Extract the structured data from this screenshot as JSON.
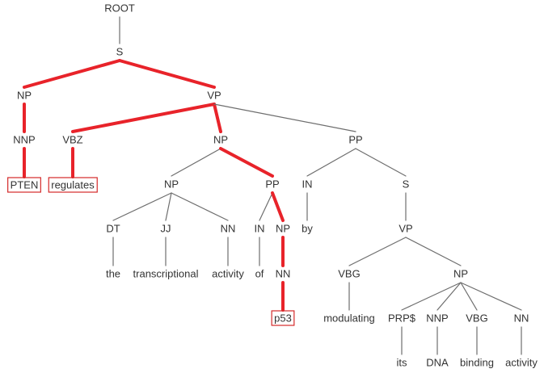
{
  "highlight_color": "#e8232a",
  "edge_color": "#6e6e6e",
  "text_color": "#333333",
  "tree": {
    "nodes": [
      {
        "id": "root",
        "label": "ROOT"
      },
      {
        "id": "s",
        "label": "S"
      },
      {
        "id": "np_subj",
        "label": "NP"
      },
      {
        "id": "vp_main",
        "label": "VP"
      },
      {
        "id": "nnp_pten",
        "label": "NNP"
      },
      {
        "id": "w_pten",
        "label": "PTEN",
        "boxed": true
      },
      {
        "id": "vbz",
        "label": "VBZ"
      },
      {
        "id": "w_regulates",
        "label": "regulates",
        "boxed": true
      },
      {
        "id": "np_obj",
        "label": "NP"
      },
      {
        "id": "pp_by",
        "label": "PP"
      },
      {
        "id": "np_inner",
        "label": "NP"
      },
      {
        "id": "pp_of",
        "label": "PP"
      },
      {
        "id": "dt",
        "label": "DT"
      },
      {
        "id": "w_the",
        "label": "the"
      },
      {
        "id": "jj",
        "label": "JJ"
      },
      {
        "id": "w_transcriptional",
        "label": "transcriptional"
      },
      {
        "id": "nn_activity1",
        "label": "NN"
      },
      {
        "id": "w_activity1",
        "label": "activity"
      },
      {
        "id": "in_of",
        "label": "IN"
      },
      {
        "id": "w_of",
        "label": "of"
      },
      {
        "id": "np_p53",
        "label": "NP"
      },
      {
        "id": "nn_p53",
        "label": "NN"
      },
      {
        "id": "w_p53",
        "label": "p53",
        "boxed": true
      },
      {
        "id": "in_by",
        "label": "IN"
      },
      {
        "id": "w_by",
        "label": "by"
      },
      {
        "id": "s_by",
        "label": "S"
      },
      {
        "id": "vp_by",
        "label": "VP"
      },
      {
        "id": "vbg_mod",
        "label": "VBG"
      },
      {
        "id": "w_modulating",
        "label": "modulating"
      },
      {
        "id": "np_its",
        "label": "NP"
      },
      {
        "id": "prp",
        "label": "PRP$"
      },
      {
        "id": "w_its",
        "label": "its"
      },
      {
        "id": "nnp_dna",
        "label": "NNP"
      },
      {
        "id": "w_dna",
        "label": "DNA"
      },
      {
        "id": "vbg_bind",
        "label": "VBG"
      },
      {
        "id": "w_binding",
        "label": "binding"
      },
      {
        "id": "nn_activity2",
        "label": "NN"
      },
      {
        "id": "w_activity2",
        "label": "activity"
      }
    ],
    "edges": [
      {
        "from": "root",
        "to": "s",
        "highlight": false
      },
      {
        "from": "s",
        "to": "np_subj",
        "highlight": true
      },
      {
        "from": "s",
        "to": "vp_main",
        "highlight": true
      },
      {
        "from": "np_subj",
        "to": "nnp_pten",
        "highlight": true
      },
      {
        "from": "nnp_pten",
        "to": "w_pten",
        "highlight": true
      },
      {
        "from": "vp_main",
        "to": "vbz",
        "highlight": true
      },
      {
        "from": "vp_main",
        "to": "np_obj",
        "highlight": true
      },
      {
        "from": "vp_main",
        "to": "pp_by",
        "highlight": false
      },
      {
        "from": "vbz",
        "to": "w_regulates",
        "highlight": true
      },
      {
        "from": "np_obj",
        "to": "np_inner",
        "highlight": false
      },
      {
        "from": "np_obj",
        "to": "pp_of",
        "highlight": true
      },
      {
        "from": "np_inner",
        "to": "dt",
        "highlight": false
      },
      {
        "from": "np_inner",
        "to": "jj",
        "highlight": false
      },
      {
        "from": "np_inner",
        "to": "nn_activity1",
        "highlight": false
      },
      {
        "from": "dt",
        "to": "w_the",
        "highlight": false
      },
      {
        "from": "jj",
        "to": "w_transcriptional",
        "highlight": false
      },
      {
        "from": "nn_activity1",
        "to": "w_activity1",
        "highlight": false
      },
      {
        "from": "pp_of",
        "to": "in_of",
        "highlight": false
      },
      {
        "from": "pp_of",
        "to": "np_p53",
        "highlight": true
      },
      {
        "from": "in_of",
        "to": "w_of",
        "highlight": false
      },
      {
        "from": "np_p53",
        "to": "nn_p53",
        "highlight": true
      },
      {
        "from": "nn_p53",
        "to": "w_p53",
        "highlight": true
      },
      {
        "from": "pp_by",
        "to": "in_by",
        "highlight": false
      },
      {
        "from": "pp_by",
        "to": "s_by",
        "highlight": false
      },
      {
        "from": "in_by",
        "to": "w_by",
        "highlight": false
      },
      {
        "from": "s_by",
        "to": "vp_by",
        "highlight": false
      },
      {
        "from": "vp_by",
        "to": "vbg_mod",
        "highlight": false
      },
      {
        "from": "vp_by",
        "to": "np_its",
        "highlight": false
      },
      {
        "from": "vbg_mod",
        "to": "w_modulating",
        "highlight": false
      },
      {
        "from": "np_its",
        "to": "prp",
        "highlight": false
      },
      {
        "from": "np_its",
        "to": "nnp_dna",
        "highlight": false
      },
      {
        "from": "np_its",
        "to": "vbg_bind",
        "highlight": false
      },
      {
        "from": "np_its",
        "to": "nn_activity2",
        "highlight": false
      },
      {
        "from": "prp",
        "to": "w_its",
        "highlight": false
      },
      {
        "from": "nnp_dna",
        "to": "w_dna",
        "highlight": false
      },
      {
        "from": "vbg_bind",
        "to": "w_binding",
        "highlight": false
      },
      {
        "from": "nn_activity2",
        "to": "w_activity2",
        "highlight": false
      }
    ]
  }
}
